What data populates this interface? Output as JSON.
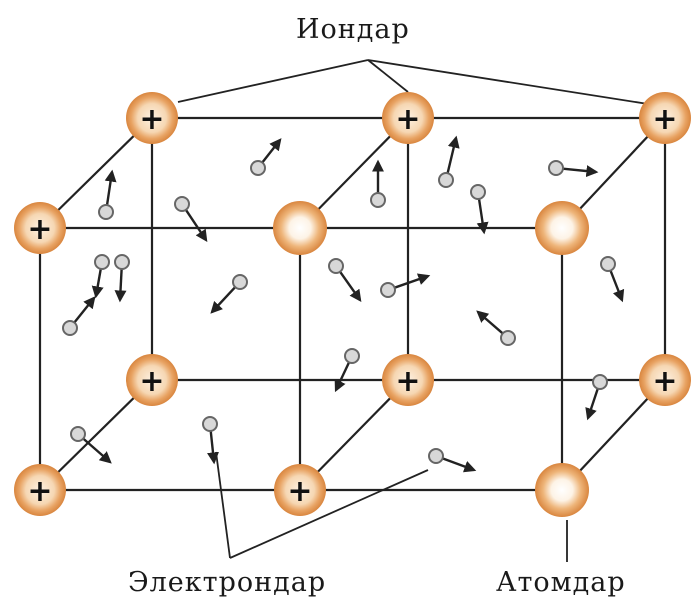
{
  "labels": {
    "ions": "Иондар",
    "electrons": "Электрондар",
    "atoms": "Атомдар"
  },
  "ion_symbol": "+",
  "colors": {
    "ion_ring": "#e39a58",
    "ion_core": "#fbe8d2",
    "atom_ring": "#e39a58",
    "atom_core": "#ffffff",
    "electron_fill": "#d8d8d8",
    "electron_stroke": "#666666",
    "lines": "#222222"
  }
}
